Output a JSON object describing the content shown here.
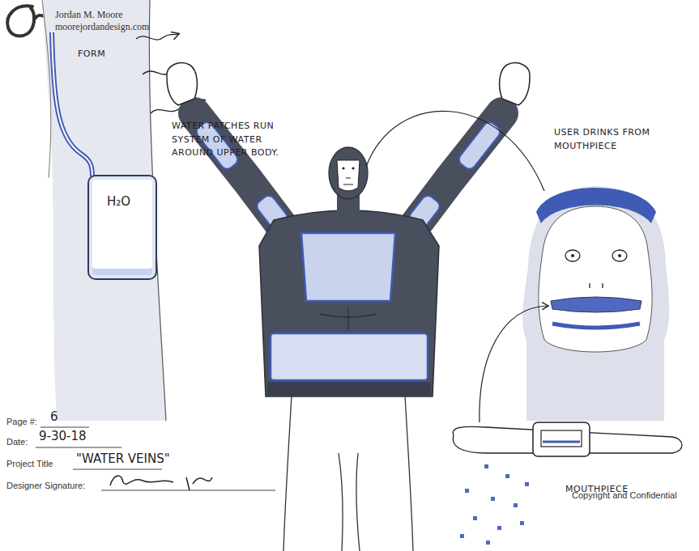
{
  "diagram": {
    "nodes": [
      {
        "text": [
          "H₂O"
        ]
      }
    ],
    "labels": [
      "Jordan M. Moore",
      "moorejordandesign.com",
      "USER DRINKS FROM MOUTHPIECE",
      "FORM",
      "WATER PATCHES RUN SYSTEM OF WATER AROUND UPPER BODY.",
      "MOUTHPIECE",
      "Page #:",
      "6",
      "Date:",
      "9-30-18",
      "Project Title",
      "\"WATER VEINS\"",
      "Designer Signature:",
      "Copyright and Confidential"
    ]
  }
}
